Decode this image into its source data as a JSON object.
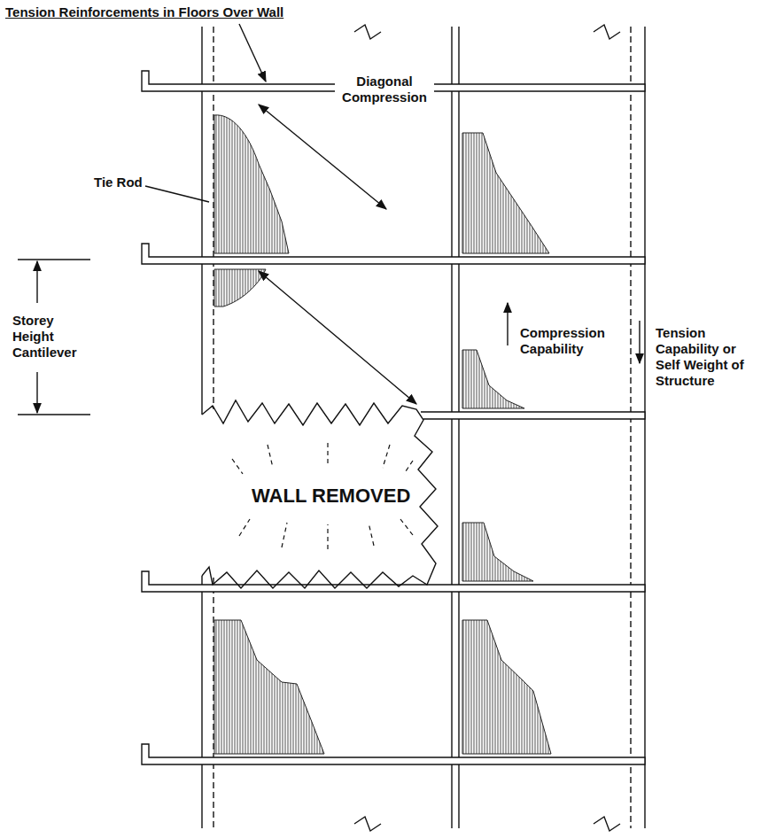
{
  "diagram": {
    "labels": [
      "Tension Reinforcements in Floors Over Wall",
      "Diagonal Compression",
      "Tie Rod",
      "Storey Height Cantilever",
      "Compression Capability",
      "Tension Capability or Self Weight of Structure",
      "WALL REMOVED"
    ]
  }
}
